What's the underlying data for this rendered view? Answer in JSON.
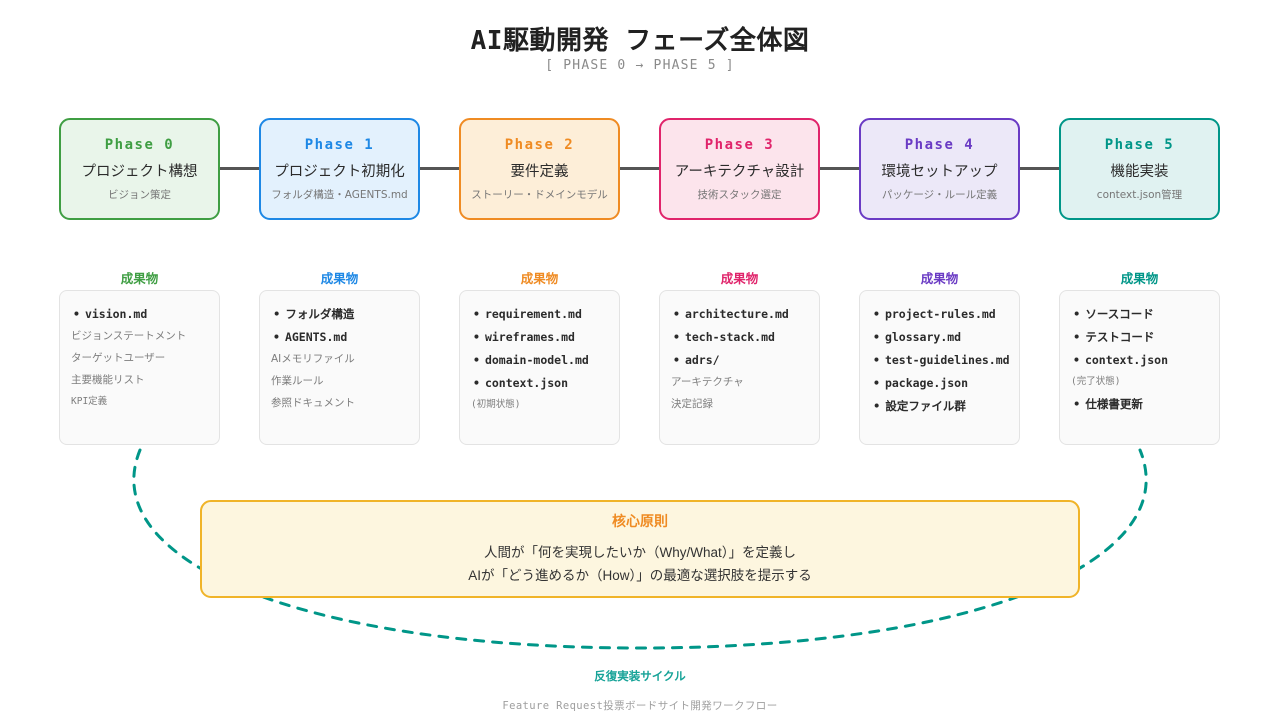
{
  "header": {
    "title": "AI駆動開発 フェーズ全体図",
    "subtitle": "[ PHASE 0 → PHASE 5 ]"
  },
  "colors": {
    "phase0": "#3f9e43",
    "phase1": "#1e88e5",
    "phase2": "#ef8b23",
    "phase3": "#e0246b",
    "phase4": "#6a3bc4",
    "phase5": "#009688",
    "connector": "#555555",
    "principle_border": "#f0b429",
    "principle_fill": "#fdf6df",
    "principle_title": "#ef8b23",
    "cycle": "#17a398",
    "card_fill": "#fafafa",
    "card_border": "#e3e3e3"
  },
  "phases": [
    {
      "id": "Phase 0",
      "name": "プロジェクト構想",
      "desc": "ビジョン策定",
      "color": "#3f9e43",
      "fill": "#e9f5ea",
      "deliverable_label": "成果物",
      "deliverables": [
        {
          "text": "vision.md",
          "type": "primary"
        },
        {
          "text": "ビジョンステートメント",
          "type": "sub"
        },
        {
          "text": "ターゲットユーザー",
          "type": "sub"
        },
        {
          "text": "主要機能リスト",
          "type": "sub"
        },
        {
          "text": "KPI定義",
          "type": "sub-mono"
        }
      ]
    },
    {
      "id": "Phase 1",
      "name": "プロジェクト初期化",
      "desc": "フォルダ構造・AGENTS.md",
      "color": "#1e88e5",
      "fill": "#e3f1fd",
      "deliverable_label": "成果物",
      "deliverables": [
        {
          "text": "フォルダ構造",
          "type": "primary-jp"
        },
        {
          "text": "AGENTS.md",
          "type": "primary"
        },
        {
          "text": "AIメモリファイル",
          "type": "sub"
        },
        {
          "text": "作業ルール",
          "type": "sub"
        },
        {
          "text": "参照ドキュメント",
          "type": "sub"
        }
      ]
    },
    {
      "id": "Phase 2",
      "name": "要件定義",
      "desc": "ストーリー・ドメインモデル",
      "color": "#ef8b23",
      "fill": "#fdeed8",
      "deliverable_label": "成果物",
      "deliverables": [
        {
          "text": "requirement.md",
          "type": "primary"
        },
        {
          "text": "wireframes.md",
          "type": "primary"
        },
        {
          "text": "domain-model.md",
          "type": "primary"
        },
        {
          "text": "context.json",
          "type": "primary"
        },
        {
          "text": "(初期状態)",
          "type": "sub-mono"
        }
      ]
    },
    {
      "id": "Phase 3",
      "name": "アーキテクチャ設計",
      "desc": "技術スタック選定",
      "color": "#e0246b",
      "fill": "#fce4ec",
      "deliverable_label": "成果物",
      "deliverables": [
        {
          "text": "architecture.md",
          "type": "primary"
        },
        {
          "text": "tech-stack.md",
          "type": "primary"
        },
        {
          "text": "adrs/",
          "type": "primary"
        },
        {
          "text": "アーキテクチャ",
          "type": "sub"
        },
        {
          "text": "決定記録",
          "type": "sub"
        }
      ]
    },
    {
      "id": "Phase 4",
      "name": "環境セットアップ",
      "desc": "パッケージ・ルール定義",
      "color": "#6a3bc4",
      "fill": "#ece8f8",
      "deliverable_label": "成果物",
      "deliverables": [
        {
          "text": "project-rules.md",
          "type": "primary"
        },
        {
          "text": "glossary.md",
          "type": "primary"
        },
        {
          "text": "test-guidelines.md",
          "type": "primary"
        },
        {
          "text": "package.json",
          "type": "primary"
        },
        {
          "text": "設定ファイル群",
          "type": "primary-jp"
        }
      ]
    },
    {
      "id": "Phase 5",
      "name": "機能実装",
      "desc": "context.json管理",
      "color": "#009688",
      "fill": "#e0f2f1",
      "deliverable_label": "成果物",
      "deliverables": [
        {
          "text": "ソースコード",
          "type": "primary-jp"
        },
        {
          "text": "テストコード",
          "type": "primary-jp"
        },
        {
          "text": "context.json",
          "type": "primary"
        },
        {
          "text": "(完了状態)",
          "type": "sub-mono"
        },
        {
          "text": "仕様書更新",
          "type": "primary-jp"
        }
      ]
    }
  ],
  "principle": {
    "title": "核心原則",
    "line1": "人間が「何を実現したいか（Why/What）」を定義し",
    "line2": "AIが「どう進めるか（How）」の最適な選択肢を提示する"
  },
  "cycle_label": "反復実装サイクル",
  "footer_note": "Feature Request投票ボードサイト開発ワークフロー",
  "bullet": "•"
}
